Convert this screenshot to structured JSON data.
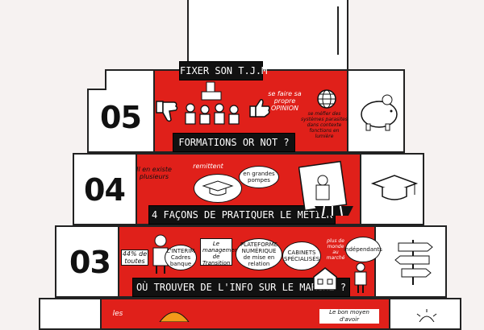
{
  "steps": [
    {
      "number": "05",
      "banner": "FORMATIONS OR NOT ?"
    },
    {
      "number": "04",
      "banner": "4 FAÇONS DE PRATIQUER LE MÉTIER"
    },
    {
      "number": "03",
      "banner": "OÙ TROUVER DE L'INFO SUR LE MARCHÉ ?"
    }
  ],
  "top_banner": "FIXER SON T.J.M",
  "notes": {
    "opinion": "se faire sa propre OPINION",
    "dispersed": "se méfier des systèmes parasites dans contexte fonctions en lumière",
    "exist": "Il en existe plusieurs",
    "remittent": "remittent",
    "grandes_pompes": "en grandes pompes",
    "percent": "44% de toutes",
    "interim": "L'INTERIM Cadres banque",
    "management": "Le management de Transition",
    "plateforme": "PLATEFORME NUMÉRIQUE de mise en relation",
    "cabinets": "CABINETS SPÉCIALISÉS",
    "plus_monde": "plus de monde au marché",
    "independants": "indépendants",
    "bottom_left": "les",
    "bottom_right": "Le bon moyen d'avoir"
  },
  "colors": {
    "red": "#e0201a",
    "black": "#111111",
    "white": "#ffffff"
  }
}
